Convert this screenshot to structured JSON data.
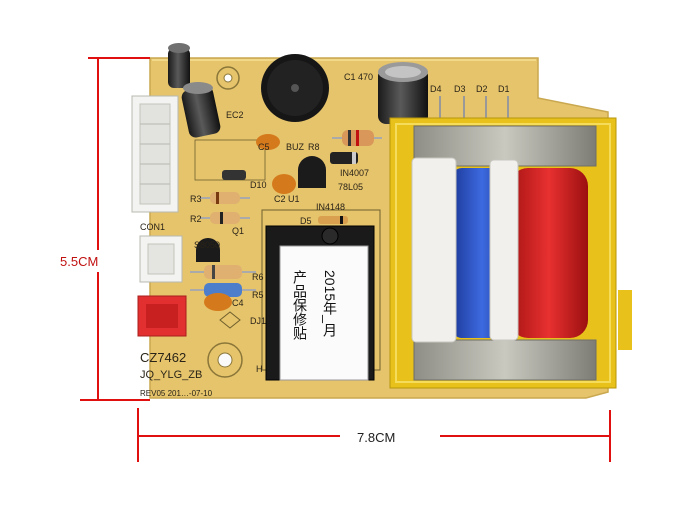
{
  "dimensions": {
    "height_label": "5.5CM",
    "width_label": "7.8CM"
  },
  "board": {
    "model": "CZ7462",
    "code": "JQ_YLG_ZB",
    "revision": "REV05 201…-07-10",
    "silkscreen": {
      "c1": "C1 470",
      "d4": "D4",
      "d3": "D3",
      "d2": "D2",
      "d1": "D1",
      "ec2": "EC2",
      "c5": "C5",
      "buz": "BUZ",
      "r8": "R8",
      "d10": "D10",
      "c2u1": "C2 U1",
      "in4007": "IN4007",
      "l7805": "78L05",
      "r3": "R3",
      "r2": "R2",
      "d5": "D5",
      "in4148": "IN4148",
      "con1": "CON1",
      "q1": "Q1",
      "s8050": "S8050",
      "r6": "R6",
      "c4": "C4",
      "r5": "R5",
      "dj1": "DJ1",
      "h": "H"
    }
  },
  "sticker": {
    "line1": "产品保修贴",
    "line2": "2015年_月"
  },
  "colors": {
    "pcb": "#e8c770",
    "transformer_yellow": "#e8c21a",
    "coil_blue": "#2a4fc2",
    "coil_red": "#d62020",
    "dimension_line": "#e01010",
    "connector_red": "#e23030"
  }
}
